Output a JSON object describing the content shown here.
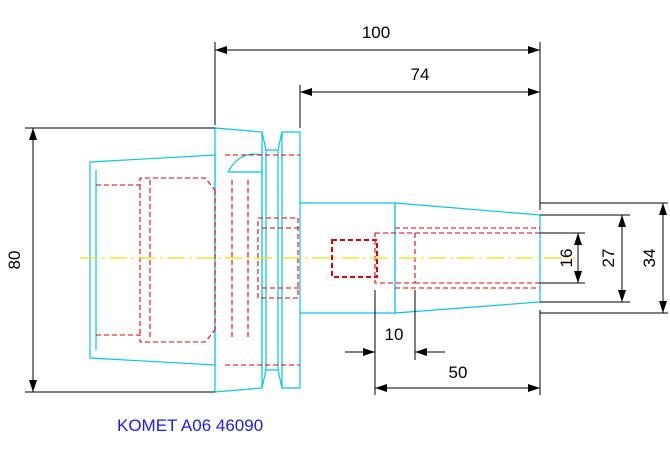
{
  "drawing": {
    "caption": "KOMET A06 46090",
    "dimensions": {
      "overall_length": "100",
      "shank_length": "74",
      "flange_diameter": "80",
      "bore_16": "16",
      "bore_27": "27",
      "tip_34": "34",
      "depth_10": "10",
      "length_50": "50"
    }
  },
  "colors": {
    "outline": "#00c8e6",
    "hidden": "#e60000",
    "centerline": "#e6e600",
    "dimension": "#000000",
    "caption": "#1a1aff"
  }
}
